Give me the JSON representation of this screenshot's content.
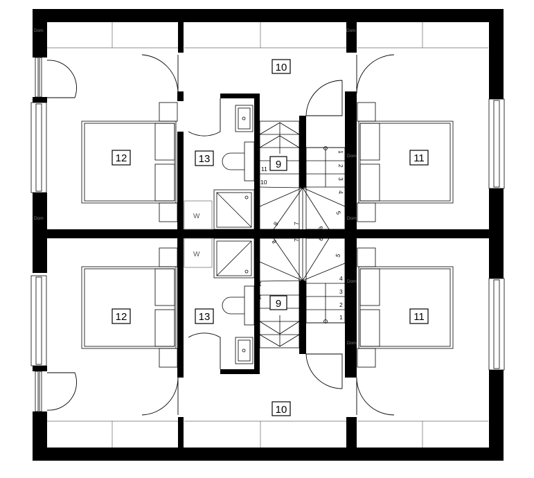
{
  "rooms": [
    {
      "id": "r10-top",
      "label": "10"
    },
    {
      "id": "r10-bottom",
      "label": "10"
    },
    {
      "id": "r12-top",
      "label": "12"
    },
    {
      "id": "r12-bottom",
      "label": "12"
    },
    {
      "id": "r11-top",
      "label": "11"
    },
    {
      "id": "r11-bottom",
      "label": "11"
    },
    {
      "id": "r13-top",
      "label": "13"
    },
    {
      "id": "r13-bottom",
      "label": "13"
    },
    {
      "id": "r9-top",
      "label": "9"
    },
    {
      "id": "r9-bottom",
      "label": "9"
    }
  ],
  "laundry_label": "W",
  "watermark": "Dom",
  "stairs": {
    "right_steps": [
      "1",
      "2",
      "3",
      "4",
      "5"
    ],
    "winder_steps": [
      "6",
      "7",
      "8"
    ],
    "left_steps": [
      "10",
      "11"
    ]
  }
}
